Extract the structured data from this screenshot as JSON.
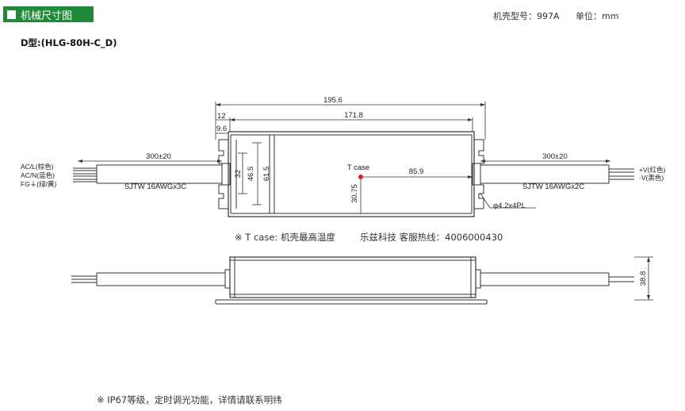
{
  "header": {
    "title": "机械尺寸图",
    "case_model_label": "机壳型号：",
    "case_model_value": "997A",
    "unit_label": "单位：",
    "unit_value": "mm"
  },
  "model_label": "D型:(HLG-80H-C_D)",
  "top_view": {
    "dims": {
      "overall_length": "195.6",
      "body_length": "171.8",
      "flange_offset": "12",
      "flange_width": "9.6",
      "width_61": "61.5",
      "width_46": "46.5",
      "width_32": "32",
      "tcase_x": "85.9",
      "tcase_y": "30.75",
      "cable_left": "300±20",
      "cable_right": "300±20",
      "hole": "φ4.2x4PL"
    },
    "left_cable_label": "SJTW 16AWGx3C",
    "right_cable_label": "SJTW 16AWGx2C",
    "left_wires": [
      "AC/L(棕色)",
      "AC/N(蓝色)",
      "FG⏚(绿/黄)"
    ],
    "right_wires": [
      "+V(红色)",
      "-V(黑色)"
    ],
    "tcase_label": "T case"
  },
  "tcase_note": "※ T case: 机壳最高温度",
  "contact_note": "乐兹科技 客服热线：4006000430",
  "side_view": {
    "height": "38.8"
  },
  "footer_note": "※  IP67等级，定时调光功能，详情请联系明纬",
  "colors": {
    "header_bg": "#1f8a3a",
    "tcase_dot": "#e0211b",
    "line": "#333333"
  }
}
